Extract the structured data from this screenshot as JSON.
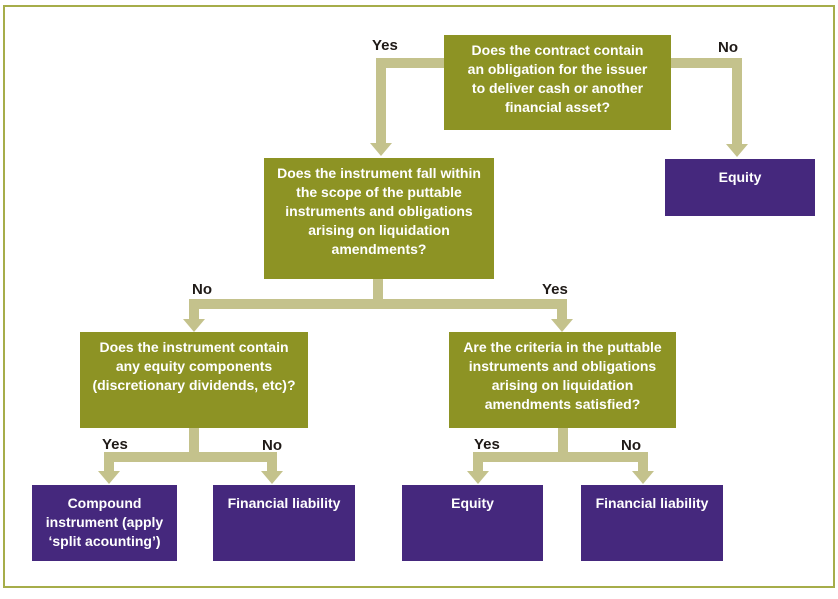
{
  "flowchart": {
    "colors": {
      "background": "#ffffff",
      "border": "#a6ad4a",
      "question_bg": "#8d9324",
      "result_bg": "#45287d",
      "connector": "#c4c28c",
      "box_text": "#ffffff",
      "label_text": "#1f1a17"
    },
    "nodes": {
      "q1": "Does the contract contain\nan obligation for the issuer\nto deliver cash or another\nfinancial asset?",
      "q2": "Does the instrument fall within\nthe scope of the puttable\ninstruments and obligations\narising on liquidation\namendments?",
      "q3": "Does the instrument contain\nany equity components\n(discretionary dividends, etc)?",
      "q4": "Are the criteria in the puttable\ninstruments and obligations\narising on liquidation\namendments satisfied?",
      "equity_top": "Equity",
      "compound": "Compound\ninstrument (apply\n‘split acounting’)",
      "financial_liability_left": "Financial liability",
      "equity_bottom": "Equity",
      "financial_liability_right": "Financial liability"
    },
    "labels": {
      "q1_yes": "Yes",
      "q1_no": "No",
      "q2_no": "No",
      "q2_yes": "Yes",
      "q3_yes": "Yes",
      "q3_no": "No",
      "q4_yes": "Yes",
      "q4_no": "No"
    }
  }
}
